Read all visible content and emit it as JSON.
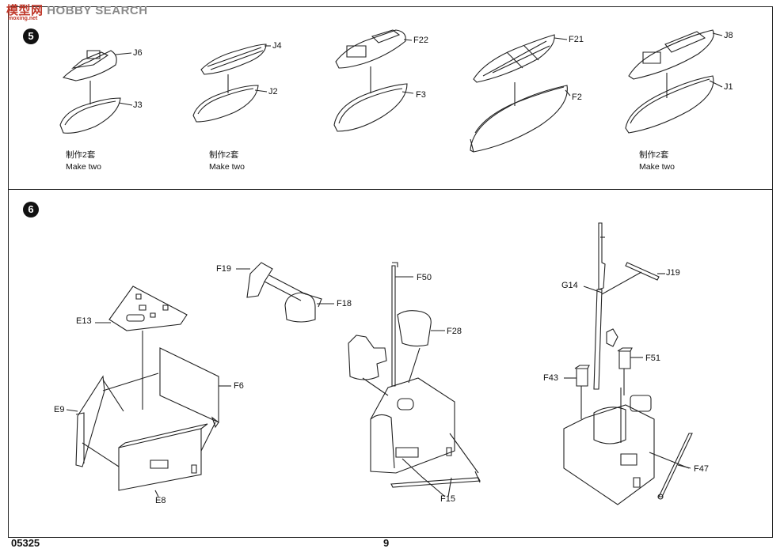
{
  "watermark": {
    "cn": "模型网",
    "en": "HOBBY SEARCH",
    "url": "moxing.net"
  },
  "step5": {
    "number": "5",
    "parts": [
      "J6",
      "J3",
      "J4",
      "J2",
      "F22",
      "F3",
      "F21",
      "F2",
      "J8",
      "J1"
    ],
    "notes": [
      {
        "cn": "制作2套",
        "en": "Make two"
      },
      {
        "cn": "制作2套",
        "en": "Make two"
      },
      {
        "cn": "制作2套",
        "en": "Make two"
      }
    ]
  },
  "step6": {
    "number": "6",
    "parts": [
      "F19",
      "F18",
      "E13",
      "E9",
      "F6",
      "E8",
      "F50",
      "F28",
      "F15",
      "J19",
      "G14",
      "F51",
      "F43",
      "F47"
    ]
  },
  "footer": {
    "code": "05325",
    "page": "9"
  }
}
